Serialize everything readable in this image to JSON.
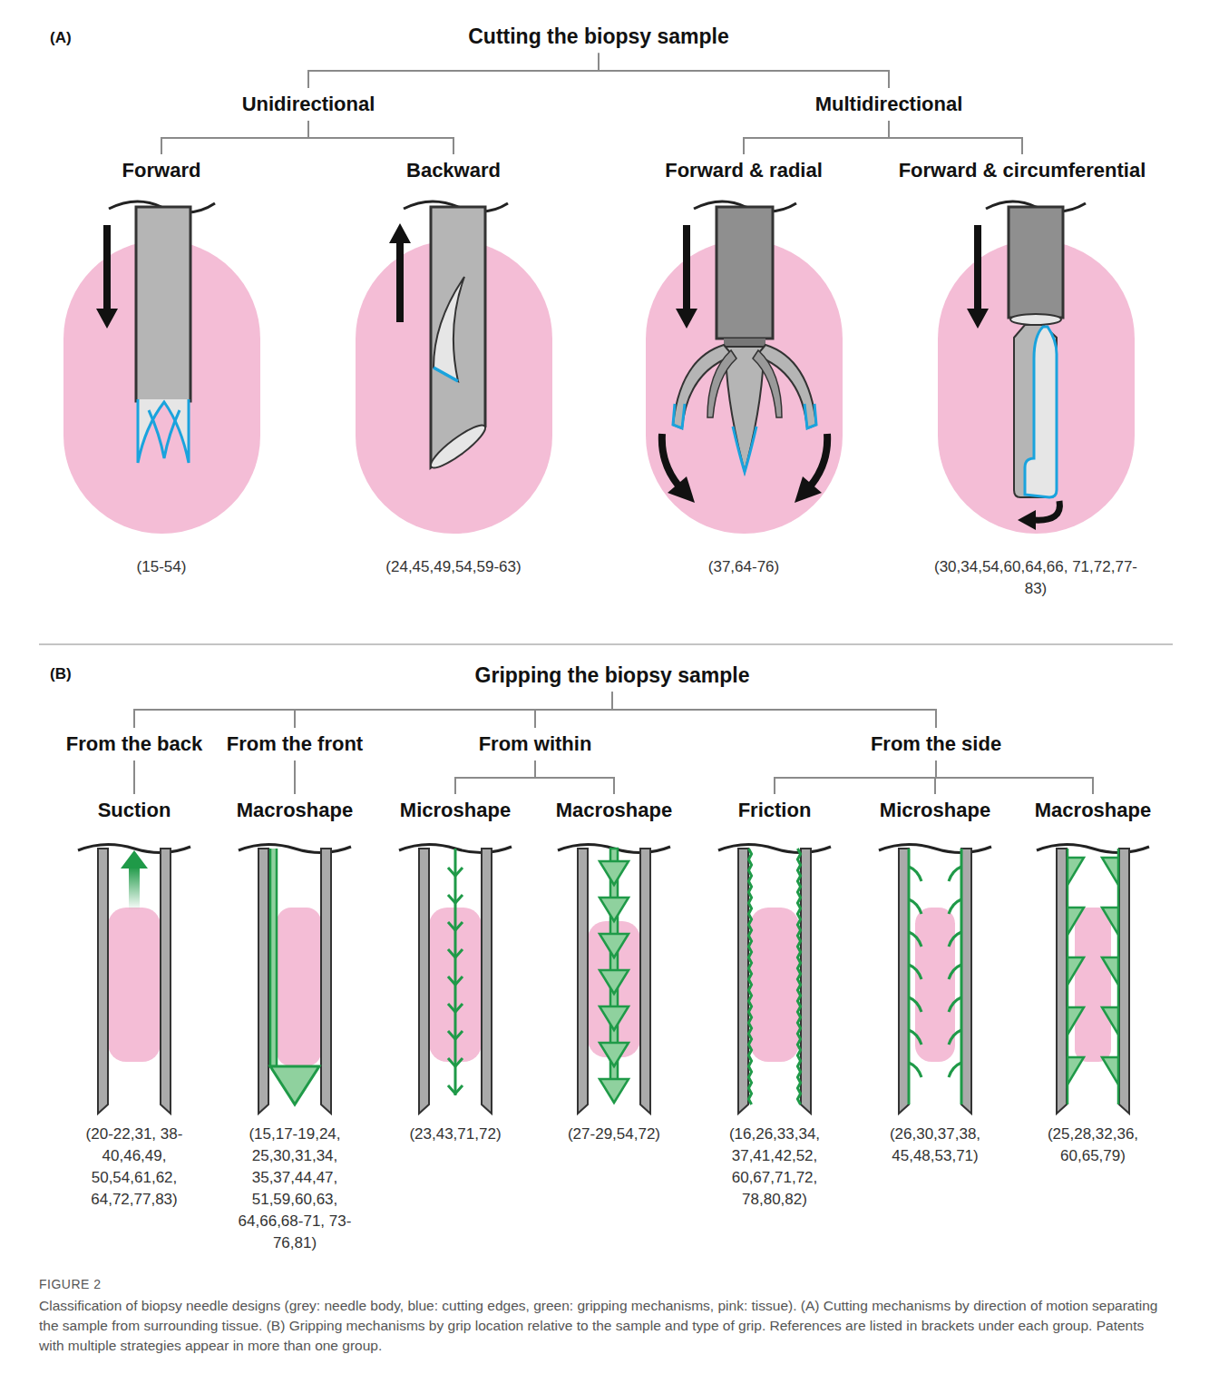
{
  "diagram": {
    "caption": "Classification of biopsy needle designs (grey: needle body, blue: cutting edges, green: gripping mechanisms, pink: tissue). (A) Cutting mechanisms by direction of motion separating the sample from surrounding tissue. (B) Gripping mechanisms by grip location relative to the sample and type of grip. References are listed in brackets under each group. Patents with multiple strategies appear in more than one group.",
    "nodes": [
      {
        "text": [
          "Cutting the biopsy sample"
        ]
      },
      {
        "text": [
          "Unidirectional"
        ]
      },
      {
        "text": [
          "Multidirectional"
        ]
      },
      {
        "text": [
          "Forward"
        ]
      },
      {
        "text": [
          "Backward"
        ]
      },
      {
        "text": [
          "Forward & radial"
        ]
      },
      {
        "text": [
          "Forward & circumferential"
        ]
      },
      {
        "text": [
          "Gripping the biopsy sample"
        ]
      },
      {
        "text": [
          "From the back"
        ]
      },
      {
        "text": [
          "From the front"
        ]
      },
      {
        "text": [
          "From within"
        ]
      },
      {
        "text": [
          "From the side"
        ]
      },
      {
        "text": [
          "Suction"
        ]
      },
      {
        "text": [
          "Macroshape"
        ]
      },
      {
        "text": [
          "Microshape"
        ]
      },
      {
        "text": [
          "Macroshape"
        ]
      },
      {
        "text": [
          "Friction"
        ]
      },
      {
        "text": [
          "Microshape"
        ]
      },
      {
        "text": [
          "Macroshape"
        ]
      }
    ],
    "edges": [
      {
        "from": 0,
        "to": 1,
        "arrow": "none"
      },
      {
        "from": 0,
        "to": 2,
        "arrow": "none"
      },
      {
        "from": 1,
        "to": 3,
        "arrow": "none"
      },
      {
        "from": 1,
        "to": 4,
        "arrow": "none"
      },
      {
        "from": 2,
        "to": 5,
        "arrow": "none"
      },
      {
        "from": 2,
        "to": 6,
        "arrow": "none"
      },
      {
        "from": 7,
        "to": 8,
        "arrow": "none"
      },
      {
        "from": 7,
        "to": 9,
        "arrow": "none"
      },
      {
        "from": 7,
        "to": 10,
        "arrow": "none"
      },
      {
        "from": 7,
        "to": 11,
        "arrow": "none"
      },
      {
        "from": 8,
        "to": 12,
        "arrow": "none"
      },
      {
        "from": 9,
        "to": 13,
        "arrow": "none"
      },
      {
        "from": 10,
        "to": 14,
        "arrow": "none"
      },
      {
        "from": 10,
        "to": 15,
        "arrow": "none"
      },
      {
        "from": 11,
        "to": 16,
        "arrow": "none"
      },
      {
        "from": 11,
        "to": 17,
        "arrow": "none"
      },
      {
        "from": 11,
        "to": 18,
        "arrow": "none"
      }
    ],
    "labels": [
      "(A)",
      "(15-54)",
      "(24,45,49,54,59-63)",
      "(37,64-76)",
      "(30,34,54,60,64,66, 71,72,77-83)",
      "(B)",
      "(20-22,31, 38-40,46,49, 50,54,61,62, 64,72,77,83)",
      "(15,17-19,24, 25,30,31,34, 35,37,44,47, 51,59,60,63, 64,66,68-71, 73-76,81)",
      "(23,43,71,72)",
      "(27-29,54,72)",
      "(16,26,33,34, 37,41,42,52, 60,67,71,72, 78,80,82)",
      "(26,30,37,38, 45,48,53,71)",
      "(25,28,32,36, 60,65,79)",
      "FIGURE 2"
    ]
  }
}
